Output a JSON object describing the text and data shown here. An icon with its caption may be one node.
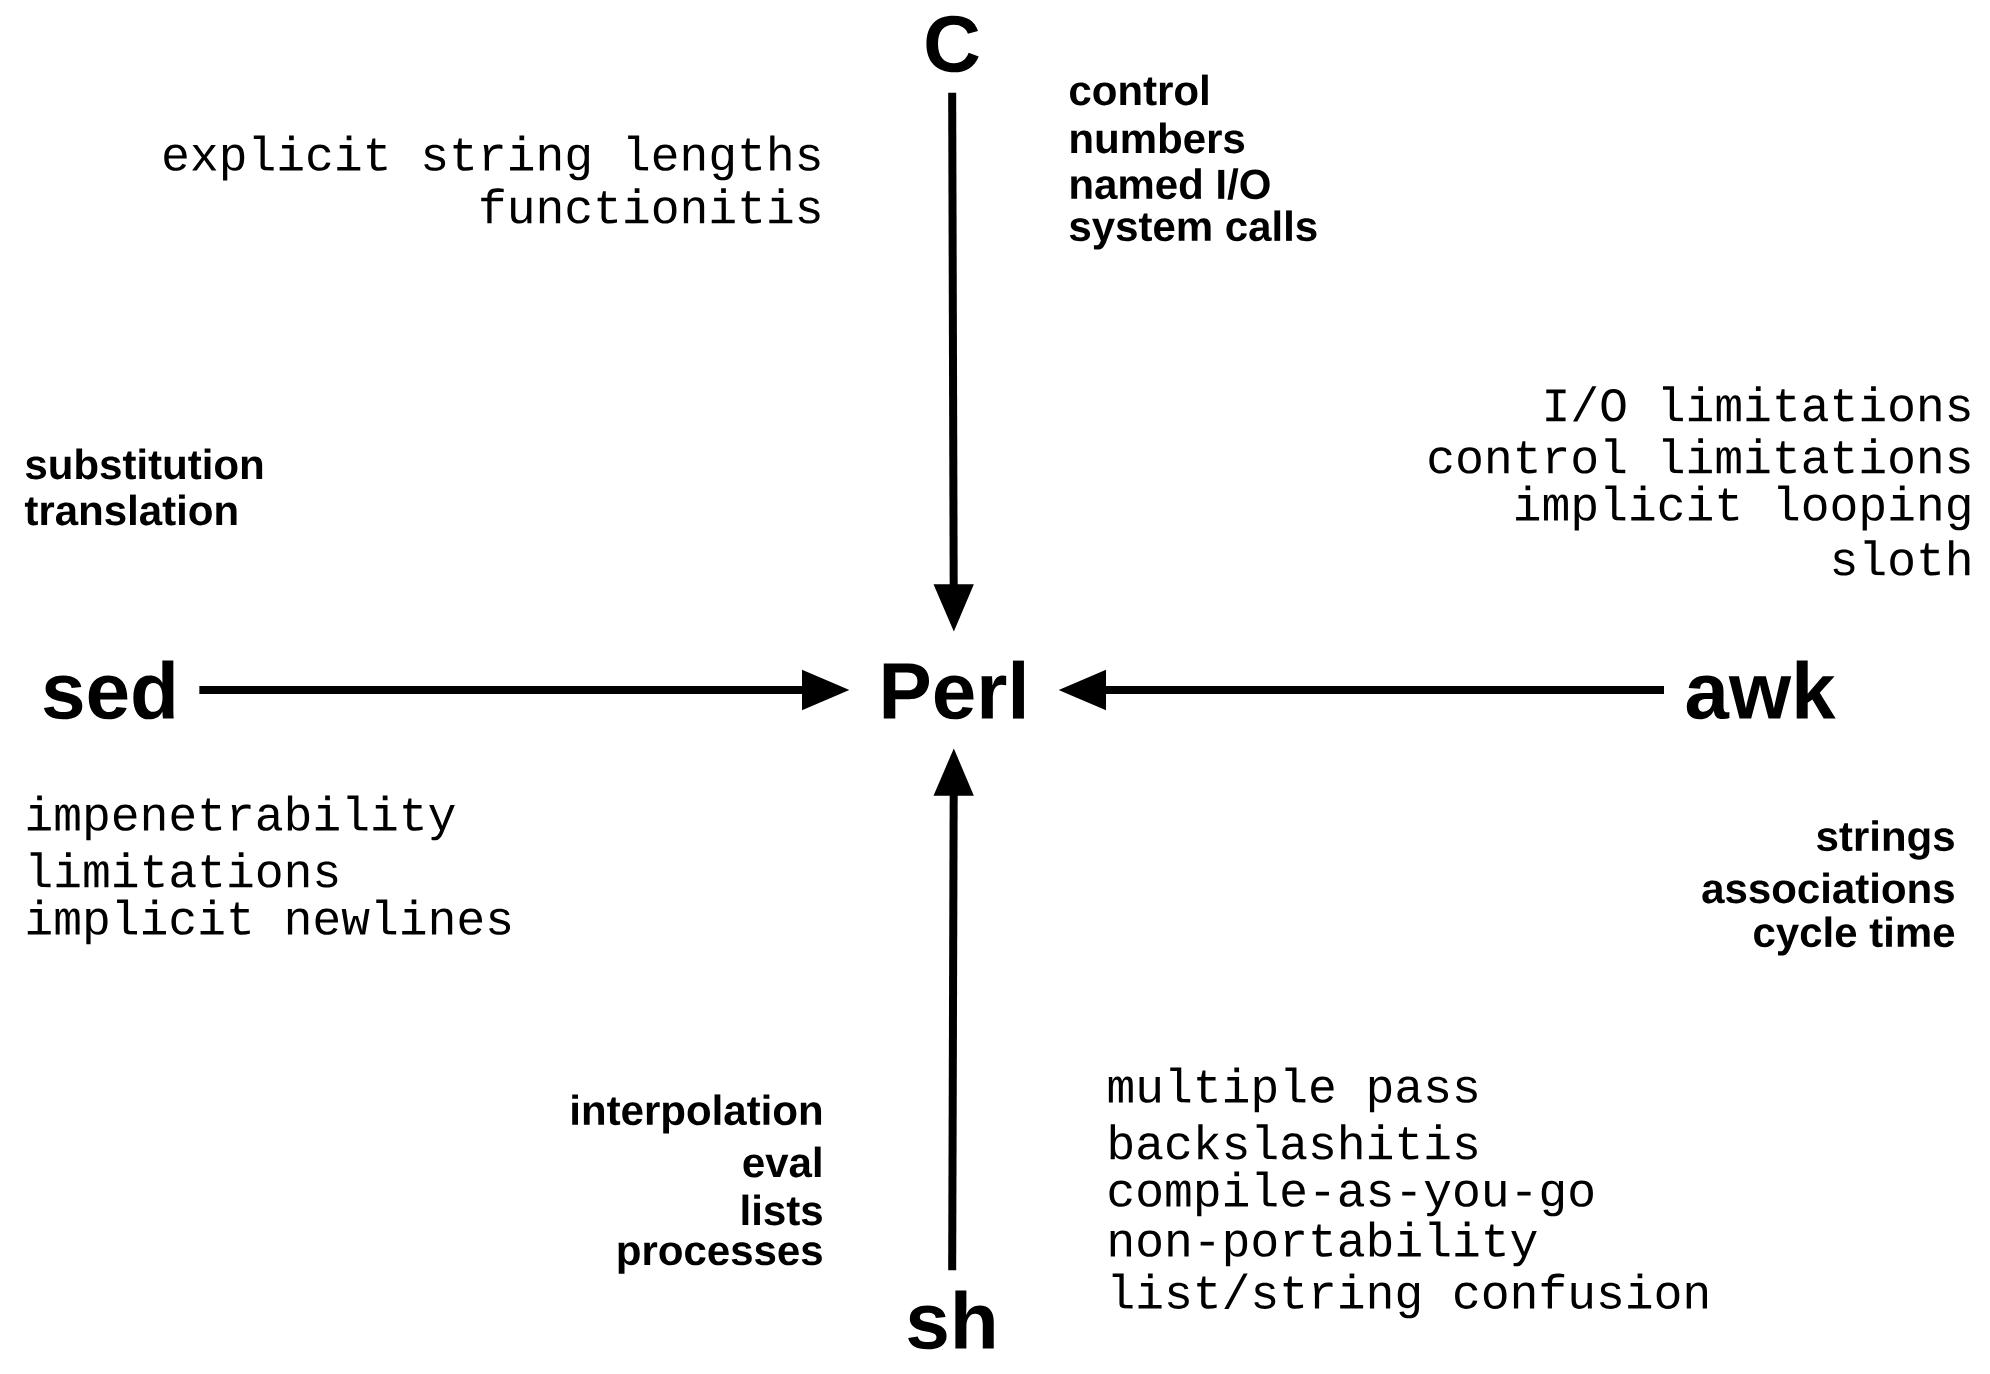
{
  "diagram": {
    "nodes": [
      {
        "text": [
          "C"
        ]
      },
      {
        "text": [
          "sed"
        ]
      },
      {
        "text": [
          "Perl"
        ]
      },
      {
        "text": [
          "awk"
        ]
      },
      {
        "text": [
          "sh"
        ]
      }
    ],
    "edges": [
      {
        "from": 0,
        "to": 2,
        "arrow": "to"
      },
      {
        "from": 1,
        "to": 2,
        "arrow": "to"
      },
      {
        "from": 3,
        "to": 2,
        "arrow": "to"
      },
      {
        "from": 4,
        "to": 2,
        "arrow": "to"
      }
    ],
    "labels": [
      "explicit string lengths",
      "functionitis",
      "control",
      "numbers",
      "named I/O",
      "system calls",
      "substitution",
      "translation",
      "I/O limitations",
      "control limitations",
      "implicit looping",
      "sloth",
      "impenetrability",
      "limitations",
      "implicit newlines",
      "strings",
      "associations",
      "cycle time",
      "interpolation",
      "eval",
      "lists",
      "processes",
      "multiple pass",
      "backslashitis",
      "compile-as-you-go",
      "non-portability",
      "list/string confusion"
    ]
  }
}
